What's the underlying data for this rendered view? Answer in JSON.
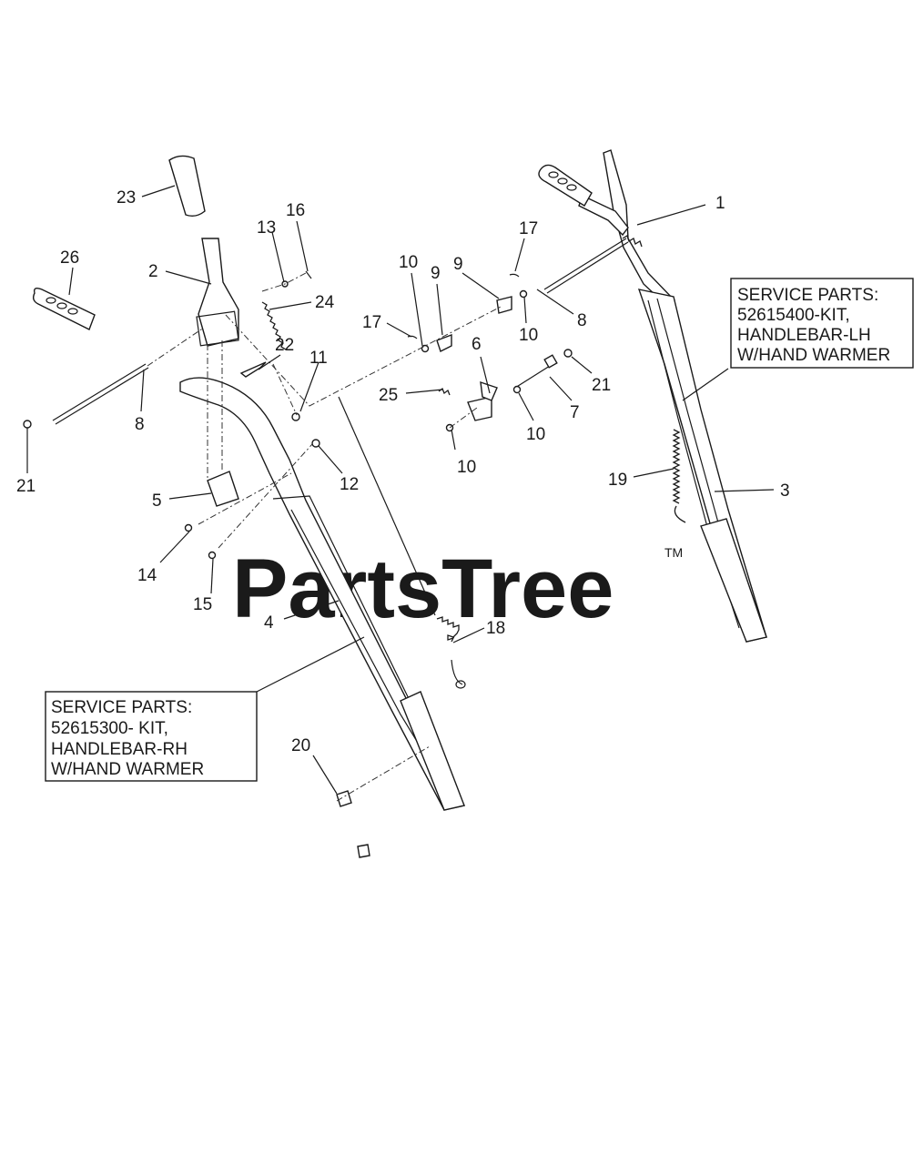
{
  "watermark": {
    "text": "PartsTree",
    "tm": "TM"
  },
  "callouts": {
    "c1": "1",
    "c2": "2",
    "c3": "3",
    "c4": "4",
    "c5": "5",
    "c6": "6",
    "c7": "7",
    "c8a": "8",
    "c8b": "8",
    "c9a": "9",
    "c9b": "9",
    "c10a": "10",
    "c10b": "10",
    "c10c": "10",
    "c10d": "10",
    "c11": "11",
    "c12": "12",
    "c13": "13",
    "c14": "14",
    "c15": "15",
    "c16": "16",
    "c17a": "17",
    "c17b": "17",
    "c18": "18",
    "c19": "19",
    "c20": "20",
    "c21a": "21",
    "c21b": "21",
    "c22": "22",
    "c23": "23",
    "c24": "24",
    "c25": "25",
    "c26": "26"
  },
  "service_boxes": {
    "lh": [
      "SERVICE PARTS:",
      "52615400-KIT,",
      "HANDLEBAR-LH",
      "W/HAND WARMER"
    ],
    "rh": [
      "SERVICE PARTS:",
      "52615300- KIT,",
      "HANDLEBAR-RH",
      "W/HAND WARMER"
    ]
  }
}
